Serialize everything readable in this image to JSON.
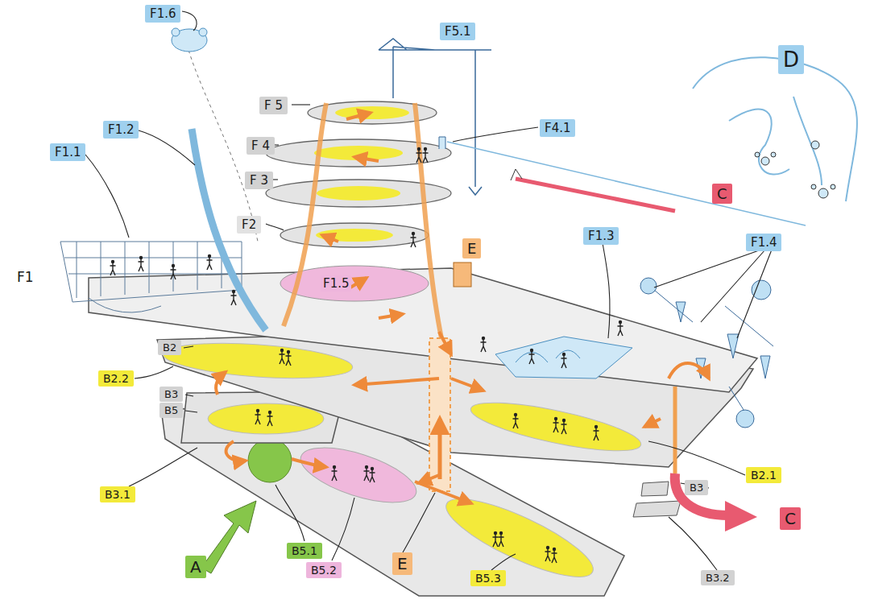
{
  "diagram": {
    "nodes": [
      {
        "text": [
          "F1.6"
        ]
      },
      {
        "text": [
          "F5.1"
        ]
      },
      {
        "text": [
          "D"
        ]
      },
      {
        "text": [
          "F 5"
        ]
      },
      {
        "text": [
          "F1.2"
        ]
      },
      {
        "text": [
          "F4.1"
        ]
      },
      {
        "text": [
          "F 4"
        ]
      },
      {
        "text": [
          "F1.1"
        ]
      },
      {
        "text": [
          "F 3"
        ]
      },
      {
        "text": [
          "C"
        ]
      },
      {
        "text": [
          "F2"
        ]
      },
      {
        "text": [
          "F1.3"
        ]
      },
      {
        "text": [
          "F1.4"
        ]
      },
      {
        "text": [
          "E"
        ]
      },
      {
        "text": [
          "B2"
        ]
      },
      {
        "text": [
          "B2.2"
        ]
      },
      {
        "text": [
          "B3"
        ]
      },
      {
        "text": [
          "B5"
        ]
      },
      {
        "text": [
          "B2.1"
        ]
      },
      {
        "text": [
          "B3"
        ]
      },
      {
        "text": [
          "B3.1"
        ]
      },
      {
        "text": [
          "C"
        ]
      },
      {
        "text": [
          "B5.1"
        ]
      },
      {
        "text": [
          "A"
        ]
      },
      {
        "text": [
          "E"
        ]
      },
      {
        "text": [
          "B5.2"
        ]
      },
      {
        "text": [
          "B5.3"
        ]
      },
      {
        "text": [
          "B3.2"
        ]
      }
    ],
    "labels": [
      "F1",
      "F1.5"
    ]
  }
}
